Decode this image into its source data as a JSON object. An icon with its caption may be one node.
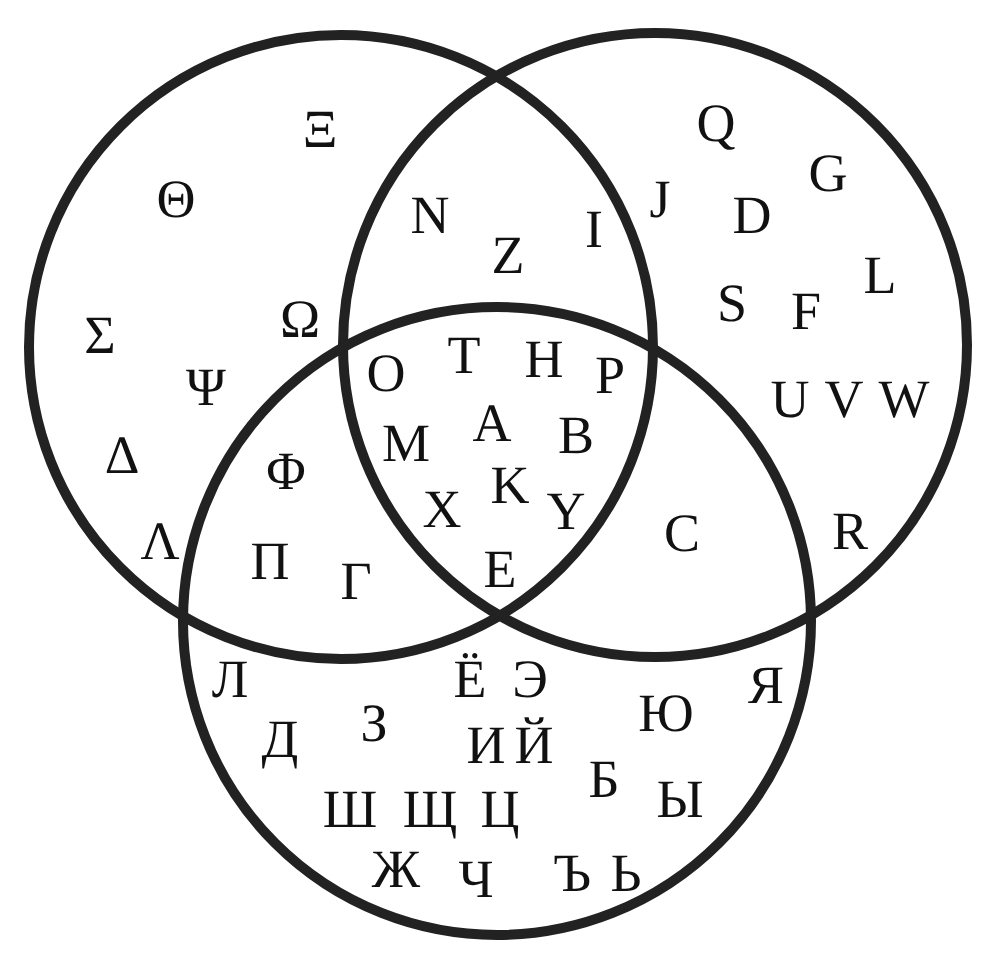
{
  "diagram": {
    "nodes": [
      {
        "text": [],
        "shape": "circle"
      },
      {
        "text": [],
        "shape": "circle"
      },
      {
        "text": [],
        "shape": "circle"
      }
    ],
    "labels": [
      "Ξ",
      "Q",
      "Θ",
      "N",
      "I",
      "J",
      "D",
      "G",
      "Z",
      "L",
      "Σ",
      "Ω",
      "S",
      "F",
      "Ψ",
      "O",
      "T",
      "H",
      "P",
      "U",
      "V",
      "W",
      "Δ",
      "Φ",
      "M",
      "A",
      "B",
      "Λ",
      "П",
      "Γ",
      "X",
      "E",
      "K",
      "Y",
      "C",
      "R",
      "Л",
      "Ё",
      "Э",
      "Ю",
      "Я",
      "Д",
      "З",
      "И",
      "Й",
      "Ш",
      "Щ",
      "Ц",
      "Б",
      "Ы",
      "Ж",
      "Ч",
      "Ъ",
      "Ь"
    ]
  }
}
